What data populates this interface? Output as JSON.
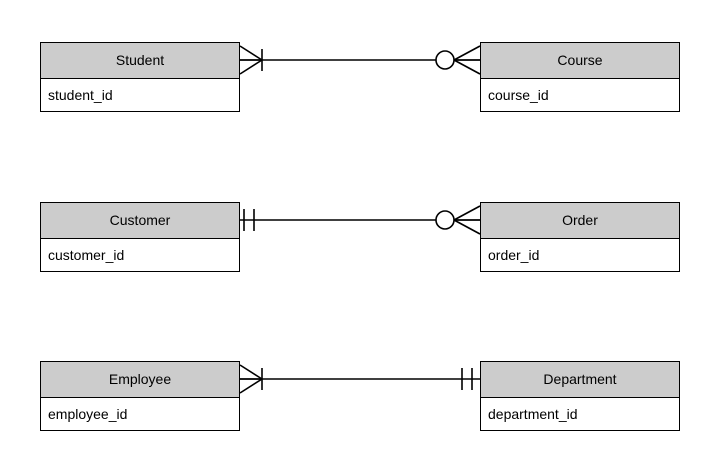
{
  "diagram": {
    "type": "entity-relationship-diagram",
    "notation": "crows-foot",
    "background_color": "#ffffff",
    "entity_header_color": "#cccccc",
    "entity_body_color": "#ffffff",
    "line_color": "#000000"
  },
  "relationships": [
    {
      "id": "student-course",
      "left": {
        "entity": "Student",
        "attributes": [
          "student_id"
        ],
        "cardinality_symbol": "crowsfoot-one-bar",
        "cardinality_label": "one or many"
      },
      "right": {
        "entity": "Course",
        "attributes": [
          "course_id"
        ],
        "cardinality_symbol": "circle-crowsfoot",
        "cardinality_label": "zero or many"
      }
    },
    {
      "id": "customer-order",
      "left": {
        "entity": "Customer",
        "attributes": [
          "customer_id"
        ],
        "cardinality_symbol": "double-bar",
        "cardinality_label": "exactly one"
      },
      "right": {
        "entity": "Order",
        "attributes": [
          "order_id"
        ],
        "cardinality_symbol": "circle-crowsfoot",
        "cardinality_label": "zero or many"
      }
    },
    {
      "id": "employee-department",
      "left": {
        "entity": "Employee",
        "attributes": [
          "employee_id"
        ],
        "cardinality_symbol": "crowsfoot-one-bar",
        "cardinality_label": "one or many"
      },
      "right": {
        "entity": "Department",
        "attributes": [
          "department_id"
        ],
        "cardinality_symbol": "double-bar",
        "cardinality_label": "exactly one"
      }
    }
  ]
}
